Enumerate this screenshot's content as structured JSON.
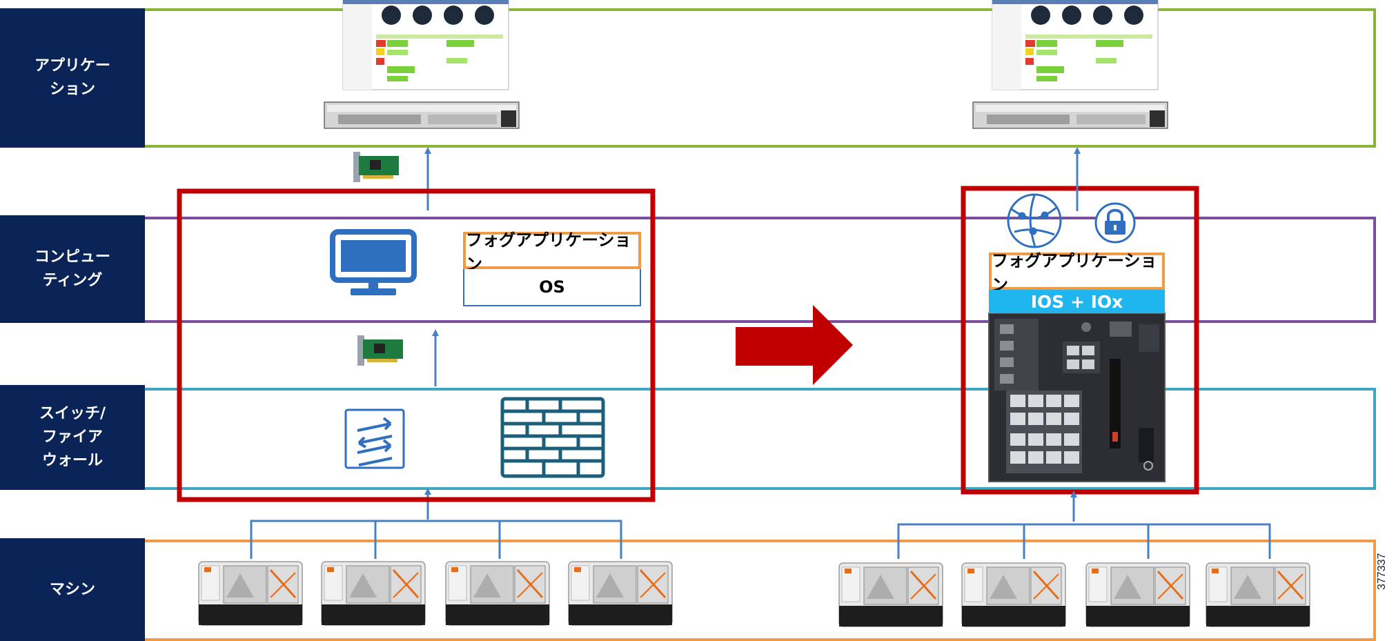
{
  "layers": [
    {
      "id": "application",
      "label": "アプリケー\nション",
      "border_color": "#8bb43a"
    },
    {
      "id": "computing",
      "label": "コンピュー\nティング",
      "border_color": "#7a4e9e"
    },
    {
      "id": "switch",
      "label": "スイッチ/\nファイア\nウォール",
      "border_color": "#3fa7bf"
    },
    {
      "id": "machine",
      "label": "マシン",
      "border_color": "#ef9b45"
    }
  ],
  "left": {
    "fog_app": "フォグアプリケーション",
    "os": "OS"
  },
  "right": {
    "fog_app": "フォグアプリケーション",
    "platform": "IOS + IOx"
  },
  "figure_id": "377337",
  "colors": {
    "label_bg": "#0b2458",
    "highlight_red": "#c00000",
    "arrow_blue": "#4a7fc1",
    "fog_border": "#ef9b45",
    "platform_bg": "#1fb6ef"
  }
}
